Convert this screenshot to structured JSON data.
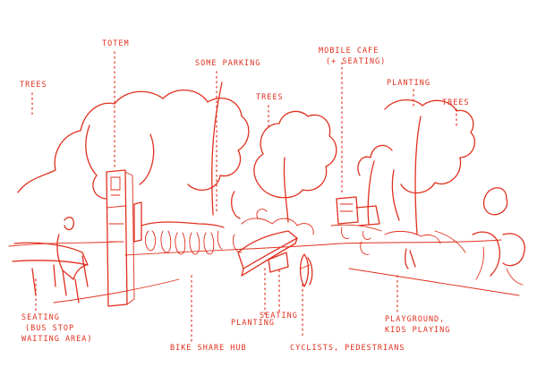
{
  "labels": {
    "totem": "Totem",
    "some_parking": "Some Parking",
    "mobile_cafe_line1": "Mobile cafe",
    "mobile_cafe_line2": "(+ seating)",
    "trees_left": "Trees",
    "trees_center": "Trees",
    "trees_right": "Trees",
    "planting_top": "Planting",
    "seating_left_line1": "Seating",
    "seating_left_line2": "(Bus stop",
    "seating_left_line3": "waiting area)",
    "bike_share_hub": "Bike share hub",
    "planting_bottom": "Planting",
    "seating_center": "Seating",
    "cyclists_pedestrians": "Cyclists, pedestrians",
    "playground_line1": "Playground,",
    "playground_line2": "kids playing"
  },
  "colors": {
    "ink": "#e0301e",
    "paper": "#ffffff"
  }
}
